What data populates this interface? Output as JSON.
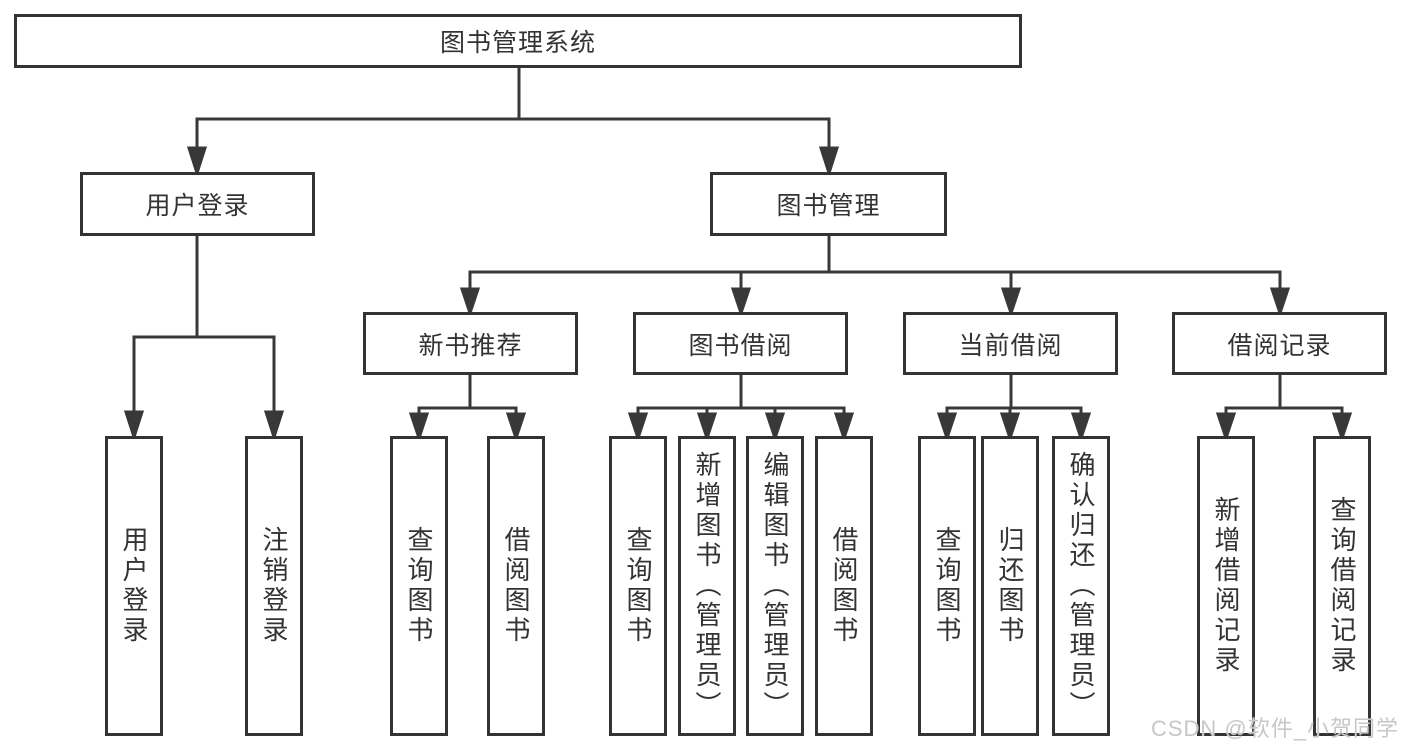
{
  "nodes": {
    "root": "图书管理系统",
    "user_login": "用户登录",
    "book_management": "图书管理",
    "new_book_recommendation": "新书推荐",
    "book_borrowing": "图书借阅",
    "current_borrowing": "当前借阅",
    "borrowing_records": "借阅记录"
  },
  "leaves": {
    "user_login": [
      "用户登录",
      "注销登录"
    ],
    "new_book_recommendation": [
      "查询图书",
      "借阅图书"
    ],
    "book_borrowing": [
      "查询图书",
      "新增图书（管理员）",
      "编辑图书（管理员）",
      "借阅图书"
    ],
    "current_borrowing": [
      "查询图书",
      "归还图书",
      "确认归还（管理员）"
    ],
    "borrowing_records": [
      "新增借阅记录",
      "查询借阅记录"
    ]
  },
  "watermark": "CSDN @软件_小贺同学",
  "colors": {
    "line": "#383838",
    "text": "#333333",
    "watermark": "#c7c7c7",
    "background": "#ffffff"
  }
}
